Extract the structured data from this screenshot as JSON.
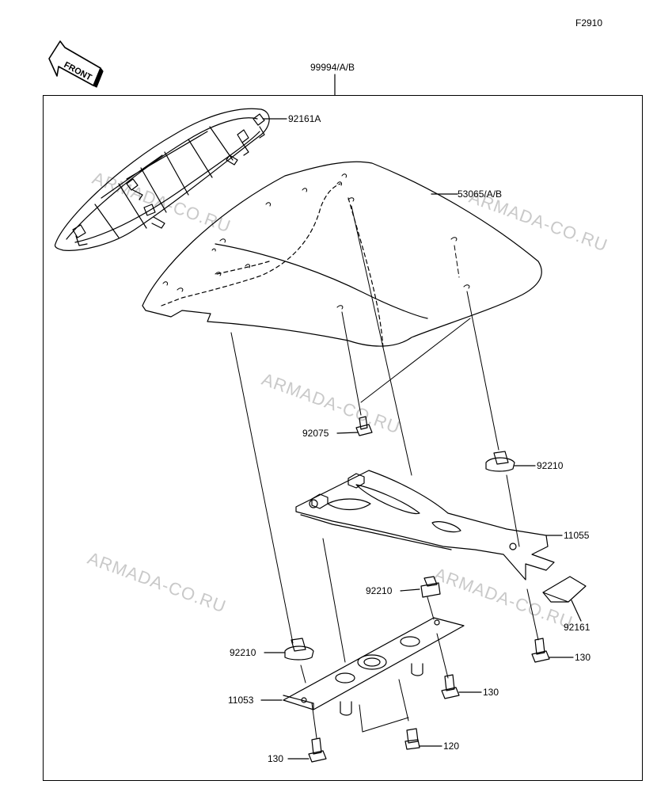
{
  "figure_id": "F2910",
  "front_indicator": "FRONT",
  "assembly_part": "99994/A/B",
  "watermarks": [
    "ARMADA-CO.RU",
    "ARMADA-CO.RU",
    "ARMADA-CO.RU",
    "ARMADA-CO.RU",
    "ARMADA-CO.RU"
  ],
  "parts": {
    "seat_cover_frame": "92161A",
    "seat_cover": "53065/A/B",
    "bolt_92075": "92075",
    "nut_right": "92210",
    "bracket_upper": "11055",
    "nut_center": "92210",
    "pad": "92161",
    "nut_left": "92210",
    "bolt_130_right": "130",
    "bracket_lower": "11053",
    "bolt_130_center": "130",
    "bolt_120": "120",
    "bolt_130_left": "130"
  }
}
